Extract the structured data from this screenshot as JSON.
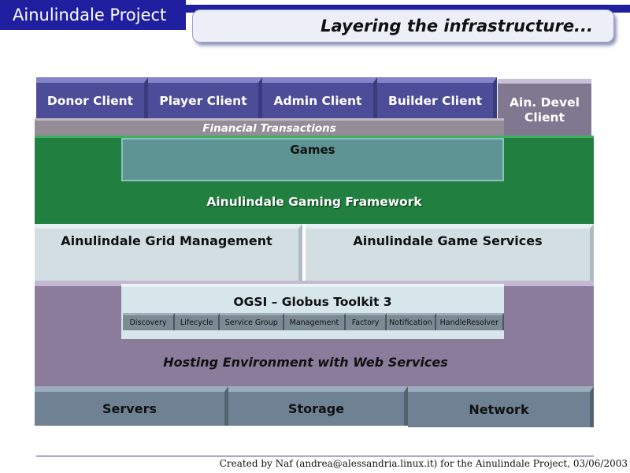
{
  "header": {
    "project_title": "Ainulindale Project",
    "slide_title": "Layering the infrastructure..."
  },
  "clients": {
    "donor": "Donor Client",
    "player": "Player Client",
    "admin": "Admin Client",
    "builder": "Builder Client",
    "devel_line1": "Ain. Devel",
    "devel_line2": "Client"
  },
  "financial": "Financial Transactions",
  "framework": {
    "games": "Games",
    "label": "Ainulindale Gaming Framework"
  },
  "middle": {
    "grid_management": "Ainulindale Grid Management",
    "game_services": "Ainulindale Game Services"
  },
  "hosting": {
    "ogsi": "OGSI – Globus Toolkit 3",
    "components": [
      "Discovery",
      "Lifecycle",
      "Service Group",
      "Management",
      "Factory",
      "Notification",
      "HandleResolver"
    ],
    "label": "Hosting Environment with Web Services"
  },
  "base": {
    "servers": "Servers",
    "storage": "Storage",
    "network": "Network"
  },
  "footer": "Created by Naf (andrea@alessandria.linux.it) for the Ainulindale Project, 03/06/2003",
  "colors": {
    "header_blue": "#1f1f9f",
    "client_blue": "#4c4c98",
    "framework_green": "#218040",
    "games_teal": "#5e9494",
    "hosting_purple": "#8c7c9c",
    "base_slate": "#6e8294"
  }
}
